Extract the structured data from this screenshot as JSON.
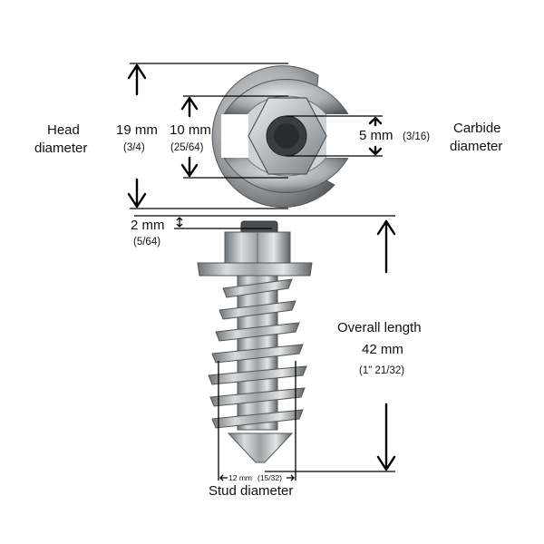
{
  "labels": {
    "head_diameter": [
      "Head",
      "diameter"
    ],
    "head_mm": "19 mm",
    "head_in": "(3/4)",
    "inner_mm": "10 mm",
    "inner_in": "(25/64)",
    "carbide_mm": "5 mm",
    "carbide_in": "(3/16)",
    "carbide_diameter": [
      "Carbide",
      "diameter"
    ],
    "pin_mm": "2 mm",
    "pin_in": "(5/64)",
    "overall_length": "Overall length",
    "overall_mm": "42 mm",
    "overall_in": "(1\" 21/32)",
    "stud_mm": "12 mm",
    "stud_in": "(15/32)",
    "stud_diameter": "Stud diameter"
  }
}
